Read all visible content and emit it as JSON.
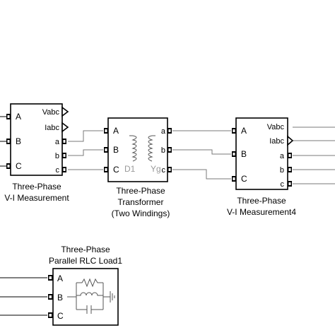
{
  "blocks": {
    "vi1": {
      "name_line1": "Three-Phase",
      "name_line2": "V-I Measurement",
      "port_A": "A",
      "port_B": "B",
      "port_C": "C",
      "port_Vabc": "Vabc",
      "port_Iabc": "Iabc",
      "port_a": "a",
      "port_b": "b",
      "port_c": "c"
    },
    "transformer": {
      "name_line1": "Three-Phase",
      "name_line2": "Transformer",
      "name_line3": "(Two Windings)",
      "port_A": "A",
      "port_B": "B",
      "port_C": "C",
      "port_a": "a",
      "port_b": "b",
      "port_c": "c",
      "winding1": "D1",
      "winding2": "Yg"
    },
    "vi4": {
      "name_line1": "Three-Phase",
      "name_line2": "V-I Measurement4",
      "port_A": "A",
      "port_B": "B",
      "port_C": "C",
      "port_Vabc": "Vabc",
      "port_Iabc": "Iabc",
      "port_a": "a",
      "port_b": "b",
      "port_c": "c"
    },
    "rlc": {
      "name_line1": "Three-Phase",
      "name_line2": "Parallel RLC Load1",
      "port_A": "A",
      "port_B": "B",
      "port_C": "C"
    }
  }
}
